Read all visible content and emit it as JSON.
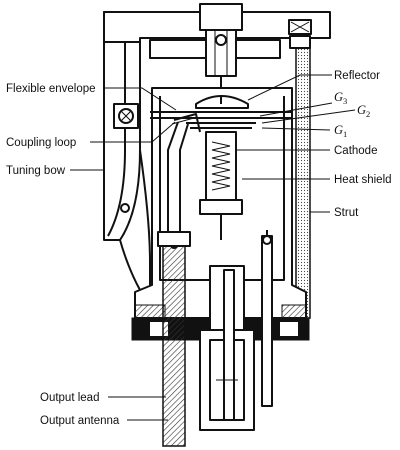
{
  "labels": {
    "flexible_envelope": "Flexible envelope",
    "coupling_loop": "Coupling loop",
    "tuning_bow": "Tuning bow",
    "output_lead": "Output lead",
    "output_antenna": "Output antenna",
    "reflector": "Reflector",
    "g3": "G",
    "g3_sub": "3",
    "g2": "G",
    "g2_sub": "2",
    "g1": "G",
    "g1_sub": "1",
    "cathode": "Cathode",
    "heat_shield": "Heat shield",
    "strut": "Strut"
  },
  "colors": {
    "ink": "#111111",
    "paper": "#ffffff",
    "hatch": "#333333"
  }
}
